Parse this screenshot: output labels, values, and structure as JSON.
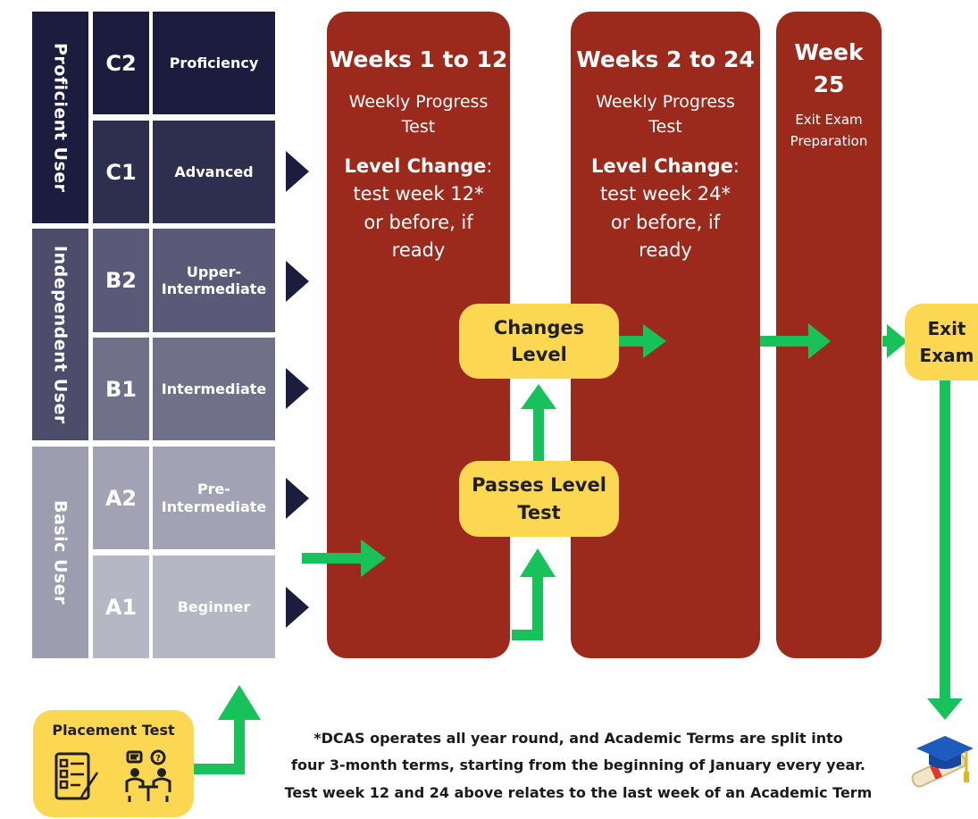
{
  "groups": [
    {
      "label": "Proficient User",
      "color": "#1c1c3f"
    },
    {
      "label": "Independent User",
      "color": "#4d4c6b"
    },
    {
      "label": "Basic User",
      "color": "#9e9db0"
    }
  ],
  "levels": [
    {
      "code": "C2",
      "name": "Proficiency",
      "color": "#1c1c3f"
    },
    {
      "code": "C1",
      "name": "Advanced",
      "color": "#2e2e4f"
    },
    {
      "code": "B2",
      "name": "Upper-Intermediate",
      "color": "#5a5a78"
    },
    {
      "code": "B1",
      "name": "Intermediate",
      "color": "#707089"
    },
    {
      "code": "A2",
      "name": "Pre-Intermediate",
      "color": "#a3a2b4"
    },
    {
      "code": "A1",
      "name": "Beginner",
      "color": "#b7b6c4"
    }
  ],
  "columns": [
    {
      "title": "Weeks 1 to 12",
      "subtitle": "Weekly Progress Test",
      "level_change_label": "Level Change",
      "level_change_text": "test week 12* or before, if ready"
    },
    {
      "title": "Weeks 2 to 24",
      "subtitle": "Weekly Progress Test",
      "level_change_label": "Level Change",
      "level_change_text": "test week 24* or before, if ready"
    },
    {
      "title": "Week 25",
      "subtitle": "Exit Exam Preparation"
    }
  ],
  "boxes": {
    "changes_level": "Changes Level",
    "passes_level_test": "Passes Level Test",
    "exit_exam": "Exit Exam",
    "placement_test": "Placement Test"
  },
  "footnote": [
    "*DCAS operates all year round, and Academic Terms are split into",
    "four 3-month terms, starting from the beginning of January every year.",
    "Test week 12 and 24 above relates to the last week of an Academic Term"
  ],
  "icons": {
    "placement": [
      "checklist-icon",
      "interview-icon"
    ],
    "graduation": "graduation-cap-diploma-icon"
  },
  "colors": {
    "column_red": "#9c2a1c",
    "box_yellow": "#fcd752",
    "arrow_green": "#18c25a",
    "arrow_navy": "#1c1c3f"
  }
}
